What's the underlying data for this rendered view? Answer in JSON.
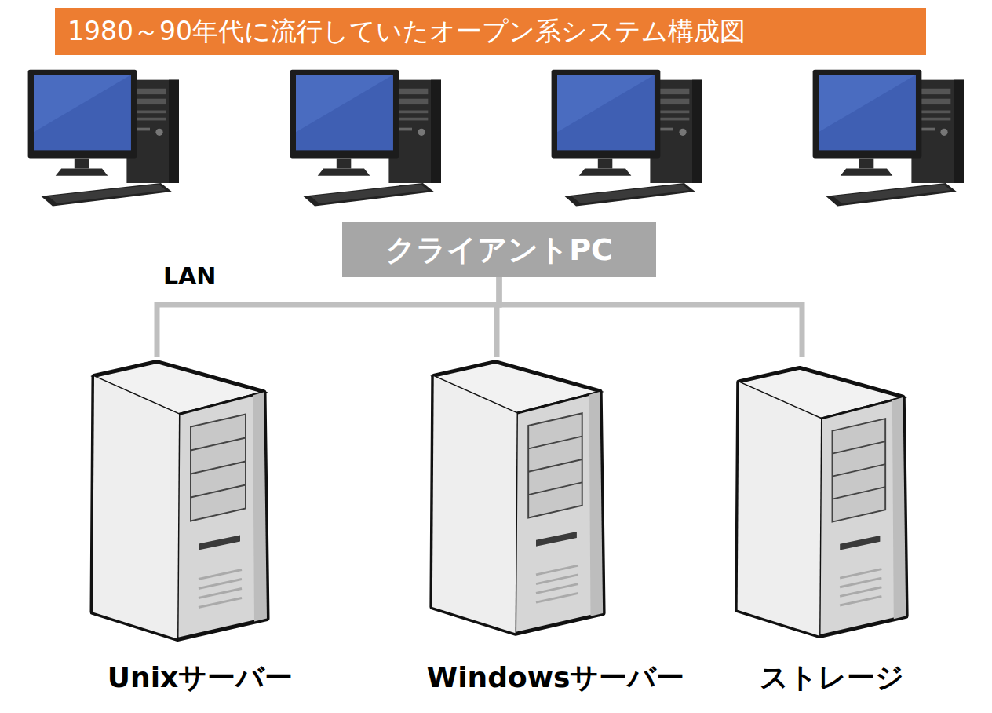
{
  "diagram": {
    "title": "1980～90年代に流行していたオープン系システム構成図",
    "nodes": [
      {
        "text": [
          "クライアントPC"
        ]
      },
      {
        "text": [
          "Unixサーバー"
        ]
      },
      {
        "text": [
          "Windowsサーバー"
        ]
      },
      {
        "text": [
          "ストレージ"
        ]
      }
    ],
    "edges": [
      {
        "from": 0,
        "to": 1,
        "arrow": "none"
      },
      {
        "from": 0,
        "to": 2,
        "arrow": "none"
      },
      {
        "from": 0,
        "to": 3,
        "arrow": "none"
      }
    ],
    "labels": [
      "LAN"
    ]
  }
}
